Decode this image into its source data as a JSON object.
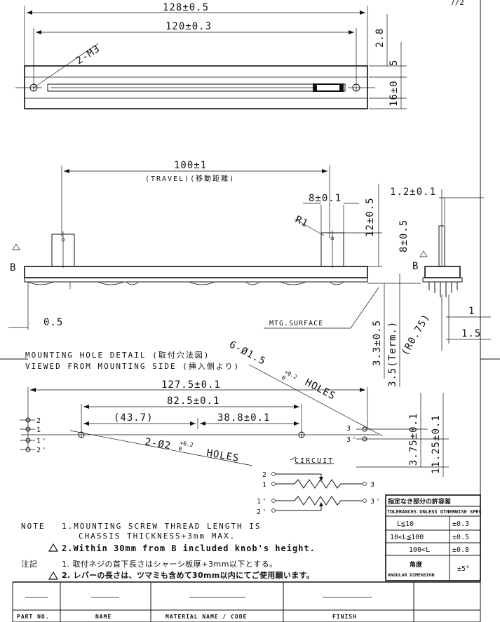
{
  "top_view": {
    "dim_overall": "128±0.5",
    "dim_mount": "120±0.3",
    "hole_label": "2-M3",
    "dim_right_a": "2.8",
    "dim_right_b": "5",
    "dim_right_c": "16±0"
  },
  "side_view": {
    "dim_travel": "100±1",
    "travel_label": "(TRAVEL)(移動距離)",
    "dim_knob_width": "8±0.1",
    "radius": "R1",
    "dim_knob_h": "12±0.5",
    "dim_knob_h2": "8±0.5",
    "ref_b_left": "B",
    "ref_b_right": "B",
    "dim_left_offset": "0.5",
    "mtg_surface": "MTG.SURFACE",
    "dim_term_a": "3.3±0.5",
    "dim_term_b": "3.5(Term.)",
    "dim_r075": "(R0.75)"
  },
  "end_view": {
    "dim_width": "1.2±0.1",
    "dim_1": "1",
    "dim_15": "1.5"
  },
  "mounting_detail": {
    "title": "MOUNTING HOLE DETAIL (取付穴法図)",
    "subtitle": "VIEWED FROM MOUNTING SIDE (挿入側より)",
    "holes6": "6-Ø1.5",
    "holes6_tol_top": "+0.2",
    "holes6_tol_bot": "0",
    "holes6_word": "HOLES",
    "dim_a": "127.5±0.1",
    "dim_b": "82.5±0.1",
    "dim_c": "(43.7)",
    "dim_d": "38.8±0.1",
    "holes2": "2-Ø2",
    "holes2_tol_top": "+0.2",
    "holes2_tol_bot": "0",
    "holes2_word": "HOLES",
    "pins_left": [
      "2",
      "1",
      "1'",
      "2'"
    ],
    "pins_right": [
      "3",
      "3'"
    ],
    "dim_v1": "3.75±0.1",
    "dim_v2": "11.25±0.1"
  },
  "circuit": {
    "title": "CIRCUIT",
    "pins_left": [
      "2",
      "1",
      "1'",
      "2'"
    ],
    "pins_right": [
      "3",
      "3'"
    ]
  },
  "notes": {
    "label": "NOTE",
    "line1": "1.MOUNTING SCREW THREAD LENGTH IS",
    "line1b": "CHASSIS THICKNESS+3mm MAX.",
    "line2": "2.Within 30mm from B included knob's height.",
    "jp_label": "注記",
    "jp1": "1. 取付ネジの首下長さはシャーシ板厚+3mm以下とする。",
    "jp2": "2. レバーの長さは、ツマミも含めて30mm以内にてご使用願います。"
  },
  "tolerance": {
    "header1": "指定なき部分の許容差",
    "header2": "TOLERANCES UNLESS OTHERWISE SPEC",
    "rows": [
      {
        "range": "L≦10",
        "tol": "±0.3"
      },
      {
        "range": "10<L≦100",
        "tol": "±0.5"
      },
      {
        "range": "100<L",
        "tol": "±0.8"
      }
    ],
    "angle_jp": "角度",
    "angle_en": "ANGULAR DIMENSION",
    "angle_tol": "±5°"
  },
  "title_block": {
    "part_no": "PART NO.",
    "name": "NAME",
    "material": "MATERIAL NAME / CODE",
    "finish": "FINISH"
  },
  "corner_mark": "7/2"
}
